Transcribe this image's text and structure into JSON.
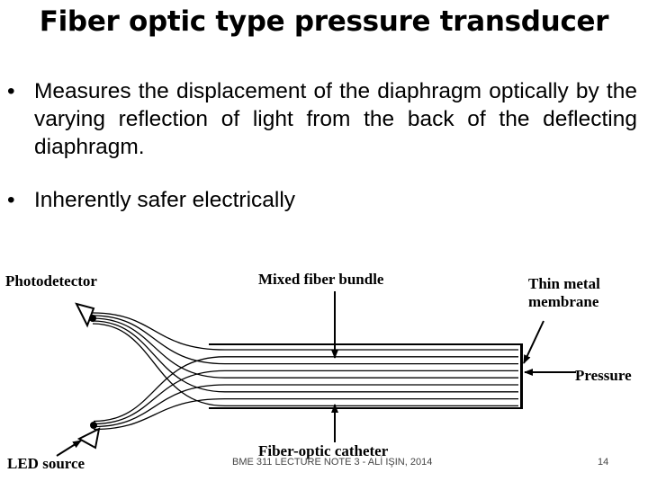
{
  "slide": {
    "title": "Fiber optic type pressure transducer",
    "bullets": [
      "Measures the displacement of the diaphragm optically by the varying reflection of light from the back of the deflecting diaphragm.",
      "Inherently safer electrically"
    ],
    "bullet_symbol": "•"
  },
  "diagram": {
    "labels": {
      "photodetector": "Photodetector",
      "mixed_fiber_bundle": "Mixed fiber bundle",
      "thin_metal_membrane_line1": "Thin metal",
      "thin_metal_membrane_line2": "membrane",
      "pressure": "Pressure",
      "led_source": "LED source",
      "fiber_optic_catheter": "Fiber-optic catheter"
    }
  },
  "footer": {
    "note": "BME 311 LECTURE NOTE 3 - ALİ IŞIN, 2014",
    "page_number": "14"
  }
}
